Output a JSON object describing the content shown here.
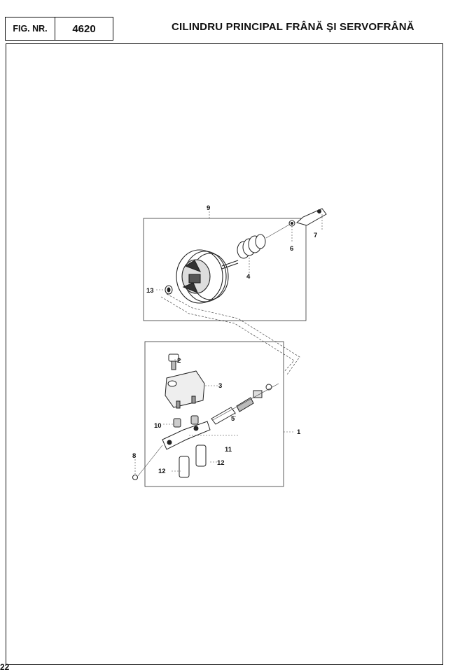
{
  "header": {
    "fig_label": "FIG. NR.",
    "fig_number": "4620",
    "title": "CILINDRU PRINCIPAL FRÂNĂ ŞI SERVOFRÂNĂ"
  },
  "callouts": [
    "1",
    "2",
    "3",
    "4",
    "5",
    "6",
    "7",
    "8",
    "9",
    "10",
    "11",
    "12",
    "12",
    "13"
  ],
  "corner_fragment": "22"
}
